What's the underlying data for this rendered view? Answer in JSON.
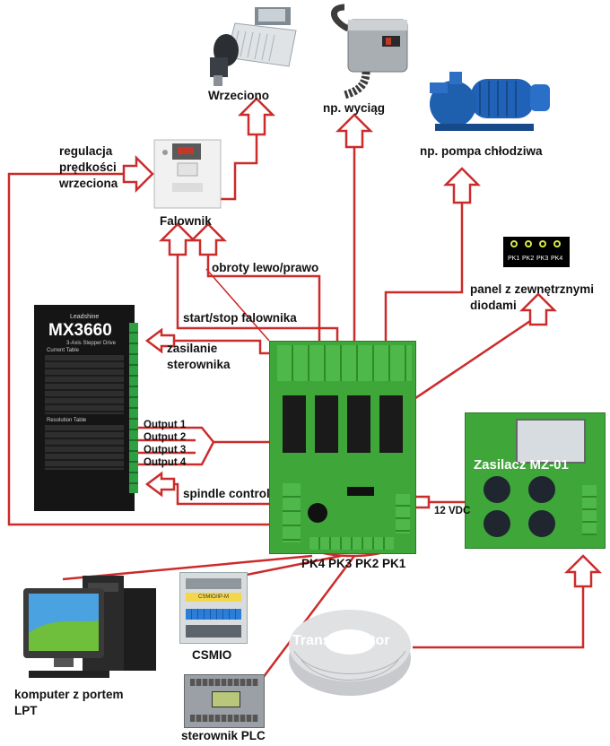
{
  "labels": {
    "wrzeciono": "Wrzeciono",
    "wyciag": "np. wyciąg",
    "pompa": "np. pompa chłodziwa",
    "regulacja": [
      "regulacja",
      "prędkości",
      "wrzeciona"
    ],
    "falownik": "Falownik",
    "obroty": "obroty lewo/prawo",
    "startstop": "start/stop falownika",
    "zasilanie": [
      "zasilanie",
      "sterownika"
    ],
    "panel": [
      "panel z zewnętrznymi",
      "diodami"
    ],
    "panel_leds": [
      "PK1",
      "PK2",
      "PK3",
      "PK4"
    ],
    "outputs": [
      "Output 1",
      "Output 2",
      "Output 3",
      "Output 4"
    ],
    "spindle": "spindle control",
    "vdc": "12 VDC",
    "pk_row": "PK4 PK3 PK2 PK1",
    "zasilacz": "Zasilacz MZ-01",
    "transformator": "Transformator",
    "csmio": "CSMIO",
    "komputer": [
      "komputer z portem",
      "LPT"
    ],
    "plc": "sterownik PLC",
    "driver_brand": "Leadshine",
    "driver_model": "MX3660",
    "driver_sub": "3-Axis Stepper Drive",
    "driver_table1": "Current Table",
    "driver_table2": "Resolution Table",
    "csmio_panel": "CSMIO/IP-M"
  },
  "colors": {
    "wire": "#cc2b2b",
    "pcb": "#3fa63a",
    "terminal": "#4fb84a",
    "driver": "#151515",
    "led_ring": "#d8e84a"
  }
}
